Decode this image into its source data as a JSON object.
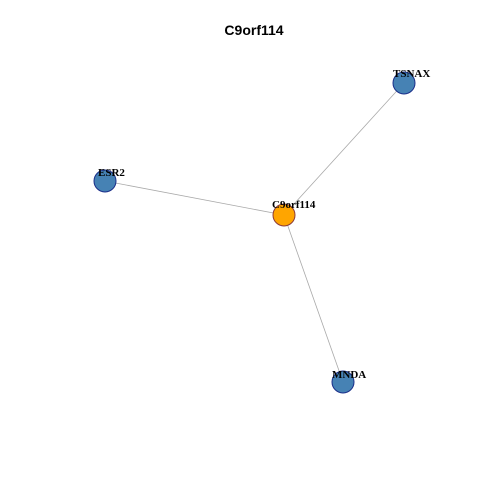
{
  "title": "C9orf114",
  "colors": {
    "center_node": "#FFA500",
    "center_border": "#8B3A3A",
    "neighbor_node": "#4682B4",
    "neighbor_border": "#1A2E8A",
    "edge": "#A9A9A9"
  },
  "nodes": [
    {
      "id": "C9orf114",
      "label": "C9orf114",
      "role": "center"
    },
    {
      "id": "TSNAX",
      "label": "TSNAX",
      "role": "neighbor"
    },
    {
      "id": "ESR2",
      "label": "ESR2",
      "role": "neighbor"
    },
    {
      "id": "MNDA",
      "label": "MNDA",
      "role": "neighbor"
    }
  ],
  "edges": [
    {
      "source": "C9orf114",
      "target": "TSNAX"
    },
    {
      "source": "C9orf114",
      "target": "ESR2"
    },
    {
      "source": "C9orf114",
      "target": "MNDA"
    }
  ]
}
